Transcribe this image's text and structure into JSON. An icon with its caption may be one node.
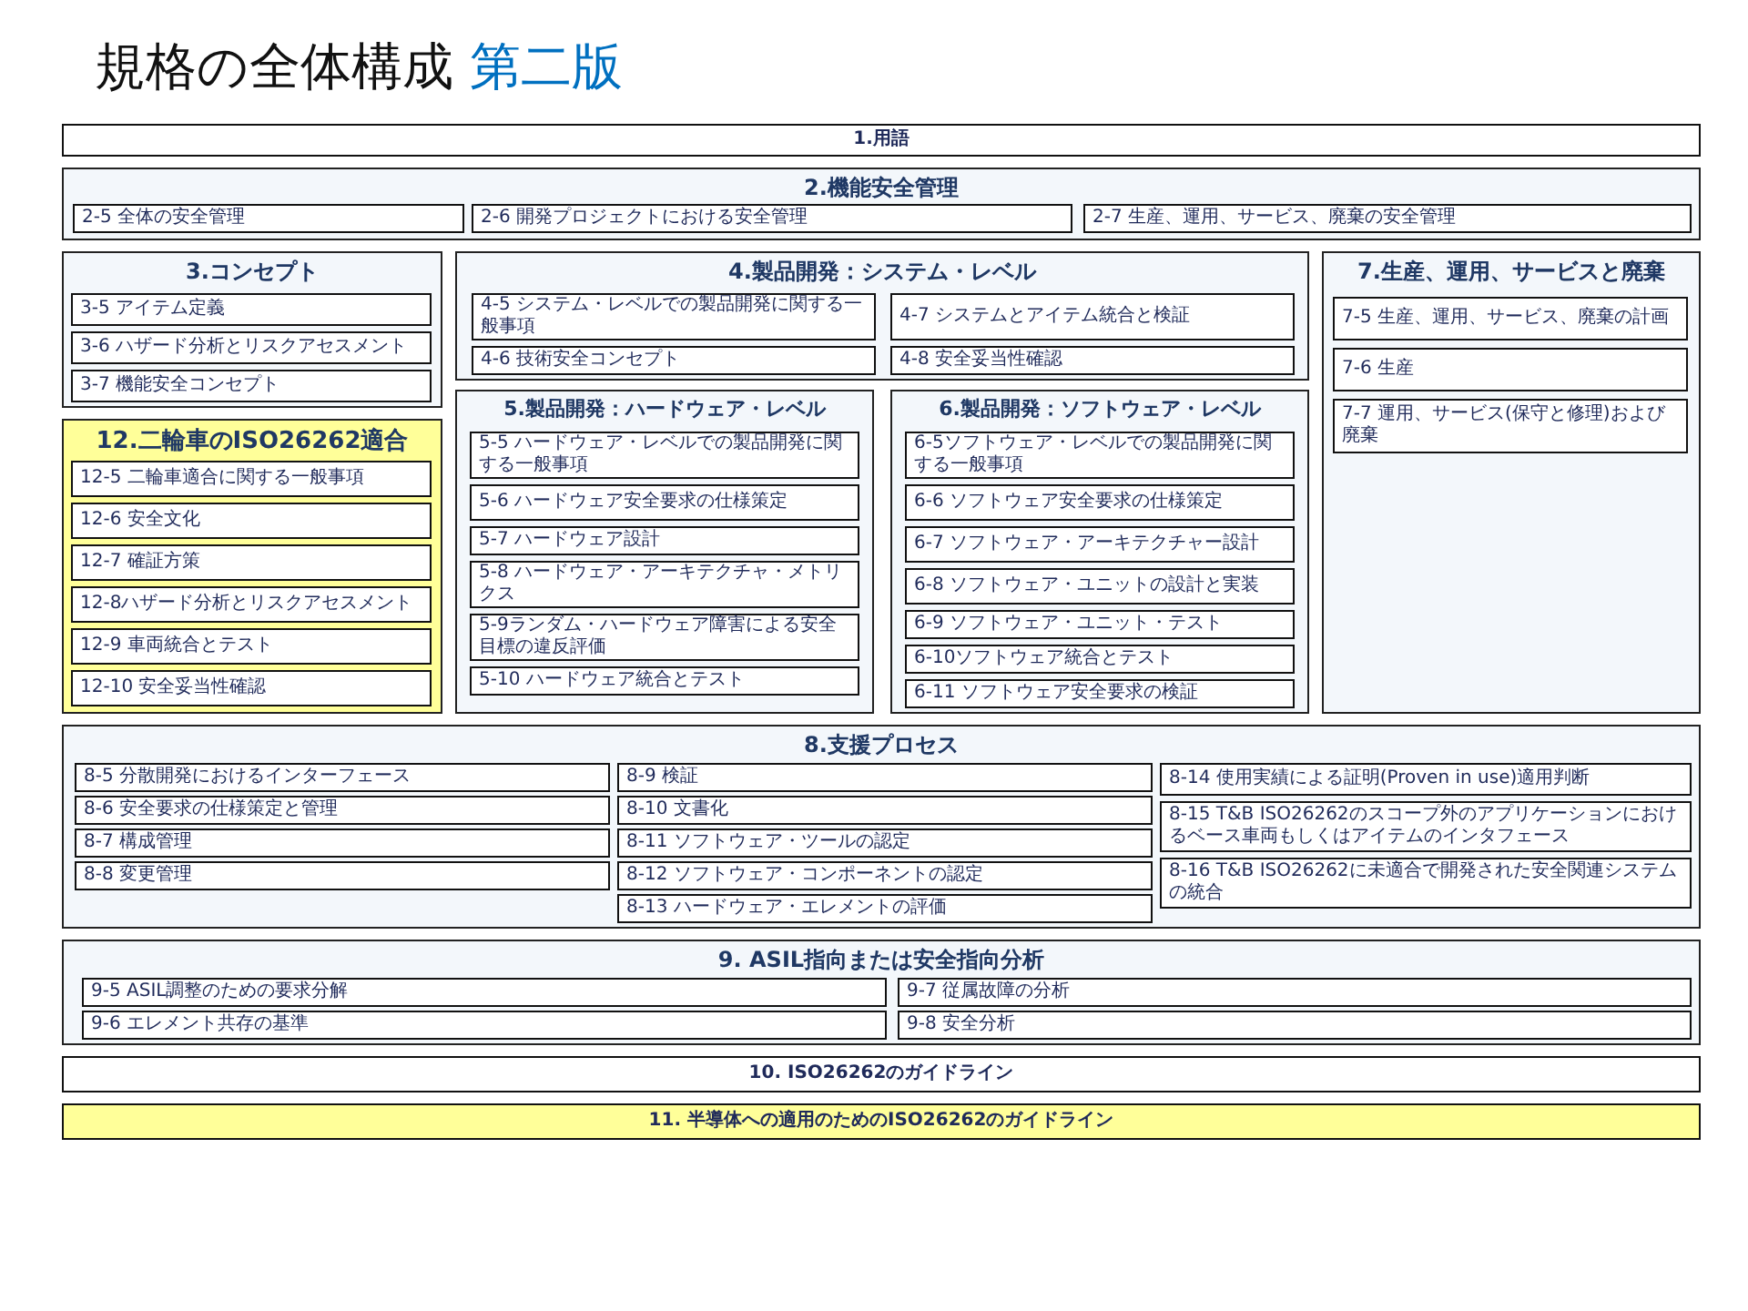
{
  "diagram": {
    "title": "規格の全体構成 第二版",
    "nodes": [
      {
        "text": [
          "1.用語"
        ]
      },
      {
        "text": [
          "2.機能安全管理"
        ]
      },
      {
        "text": [
          "2-5 全体の安全管理"
        ],
        "in": 1
      },
      {
        "text": [
          "2-6 開発プロジェクトにおける安全管理"
        ],
        "in": 1
      },
      {
        "text": [
          "2-7 生産、運用、サービス、廃棄の安全管理"
        ],
        "in": 1
      },
      {
        "text": [
          "3.コンセプト"
        ]
      },
      {
        "text": [
          "3-5 アイテム定義"
        ],
        "in": 5
      },
      {
        "text": [
          "3-6 ハザード分析とリスクアセスメント"
        ],
        "in": 5
      },
      {
        "text": [
          "3-7 機能安全コンセプト"
        ],
        "in": 5
      },
      {
        "text": [
          "4.製品開発：システム・レベル"
        ]
      },
      {
        "text": [
          "4-5 システム・レベルでの製品開発に関する一般事項"
        ],
        "in": 9
      },
      {
        "text": [
          "4-6 技術安全コンセプト"
        ],
        "in": 9
      },
      {
        "text": [
          "4-7 システムとアイテム統合と検証"
        ],
        "in": 9
      },
      {
        "text": [
          "4-8 安全妥当性確認"
        ],
        "in": 9
      },
      {
        "text": [
          "5.製品開発：ハードウェア・レベル"
        ]
      },
      {
        "text": [
          "5-5 ハードウェア・レベルでの製品開発に関する一般事項"
        ],
        "in": 14
      },
      {
        "text": [
          "5-6 ハードウェア安全要求の仕様策定"
        ],
        "in": 14
      },
      {
        "text": [
          "5-7 ハードウェア設計"
        ],
        "in": 14
      },
      {
        "text": [
          "5-8 ハードウェア・アーキテクチャ・メトリクス"
        ],
        "in": 14
      },
      {
        "text": [
          "5-9ランダム・ハードウェア障害による安全目標の違反評価"
        ],
        "in": 14
      },
      {
        "text": [
          "5-10 ハードウェア統合とテスト"
        ],
        "in": 14
      },
      {
        "text": [
          "6.製品開発：ソフトウェア・レベル"
        ]
      },
      {
        "text": [
          "6-5ソフトウェア・レベルでの製品開発に関する一般事項"
        ],
        "in": 21
      },
      {
        "text": [
          "6-6 ソフトウェア安全要求の仕様策定"
        ],
        "in": 21
      },
      {
        "text": [
          "6-7 ソフトウェア・アーキテクチャー設計"
        ],
        "in": 21
      },
      {
        "text": [
          "6-8 ソフトウェア・ユニットの設計と実装"
        ],
        "in": 21
      },
      {
        "text": [
          "6-9 ソフトウェア・ユニット・テスト"
        ],
        "in": 21
      },
      {
        "text": [
          "6-10ソフトウェア統合とテスト"
        ],
        "in": 21
      },
      {
        "text": [
          "6-11 ソフトウェア安全要求の検証"
        ],
        "in": 21
      },
      {
        "text": [
          "7.生産、運用、サービスと廃棄"
        ]
      },
      {
        "text": [
          "7-5 生産、運用、サービス、廃棄の計画"
        ],
        "in": 29
      },
      {
        "text": [
          "7-6 生産"
        ],
        "in": 29
      },
      {
        "text": [
          "7-7 運用、サービス(保守と修理)および廃棄"
        ],
        "in": 29
      },
      {
        "text": [
          "12.二輪車のISO26262適合"
        ]
      },
      {
        "text": [
          "12-5 二輪車適合に関する一般事項"
        ],
        "in": 33
      },
      {
        "text": [
          "12-6 安全文化"
        ],
        "in": 33
      },
      {
        "text": [
          "12-7 確証方策"
        ],
        "in": 33
      },
      {
        "text": [
          "12-8ハザード分析とリスクアセスメント"
        ],
        "in": 33
      },
      {
        "text": [
          "12-9 車両統合とテスト"
        ],
        "in": 33
      },
      {
        "text": [
          "12-10 安全妥当性確認"
        ],
        "in": 33
      },
      {
        "text": [
          "8.支援プロセス"
        ]
      },
      {
        "text": [
          "8-5 分散開発におけるインターフェース"
        ],
        "in": 40
      },
      {
        "text": [
          "8-6 安全要求の仕様策定と管理"
        ],
        "in": 40
      },
      {
        "text": [
          "8-7 構成管理"
        ],
        "in": 40
      },
      {
        "text": [
          "8-8 変更管理"
        ],
        "in": 40
      },
      {
        "text": [
          "8-9 検証"
        ],
        "in": 40
      },
      {
        "text": [
          "8-10 文書化"
        ],
        "in": 40
      },
      {
        "text": [
          "8-11 ソフトウェア・ツールの認定"
        ],
        "in": 40
      },
      {
        "text": [
          "8-12 ソフトウェア・コンポーネントの認定"
        ],
        "in": 40
      },
      {
        "text": [
          "8-13 ハードウェア・エレメントの評価"
        ],
        "in": 40
      },
      {
        "text": [
          "8-14 使用実績による証明(Proven in use)適用判断"
        ],
        "in": 40
      },
      {
        "text": [
          "8-15 T&B ISO26262のスコープ外のアプリケーションにおけるベース車両もしくはアイテムのインタフェース"
        ],
        "in": 40
      },
      {
        "text": [
          "8-16 T&B ISO26262に未適合で開発された安全関連システムの統合"
        ],
        "in": 40
      },
      {
        "text": [
          "9. ASIL指向または安全指向分析"
        ]
      },
      {
        "text": [
          "9-5 ASIL調整のための要求分解"
        ],
        "in": 53
      },
      {
        "text": [
          "9-6 エレメント共存の基準"
        ],
        "in": 53
      },
      {
        "text": [
          "9-7 従属故障の分析"
        ],
        "in": 53
      },
      {
        "text": [
          "9-8 安全分析"
        ],
        "in": 53
      },
      {
        "text": [
          "10.  ISO26262のガイドライン"
        ]
      },
      {
        "text": [
          "11.  半導体への適用のためのISO26262のガイドライン"
        ]
      }
    ]
  }
}
